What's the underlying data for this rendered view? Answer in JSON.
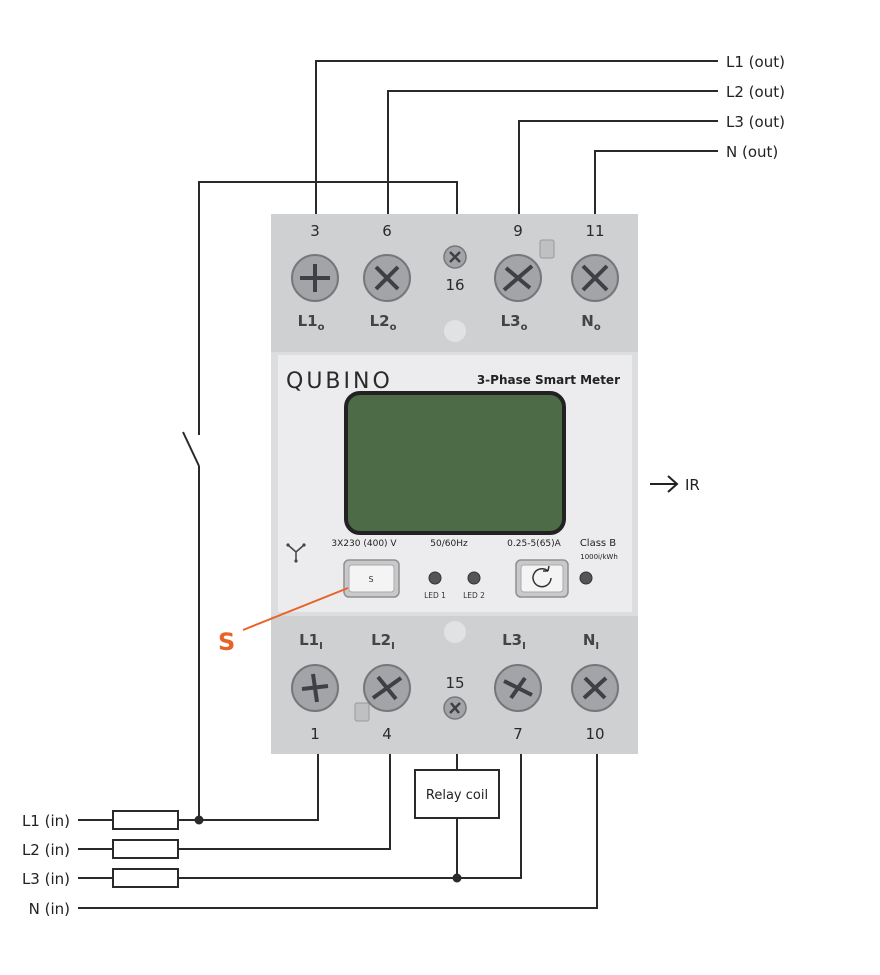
{
  "out_labels": [
    "L1 (out)",
    "L2 (out)",
    "L3 (out)",
    "N (out)"
  ],
  "in_labels": [
    "L1 (in)",
    "L2 (in)",
    "L3 (in)",
    "N (in)"
  ],
  "top_terminals": [
    {
      "num": "3",
      "label": "L1",
      "sub": "o"
    },
    {
      "num": "6",
      "label": "L2",
      "sub": "o"
    },
    {
      "num": "16"
    },
    {
      "num": "9",
      "label": "L3",
      "sub": "o"
    },
    {
      "num": "11",
      "label": "N",
      "sub": "o"
    }
  ],
  "bottom_terminals": [
    {
      "num": "1",
      "label": "L1",
      "sub": "I"
    },
    {
      "num": "4",
      "label": "L2",
      "sub": "I"
    },
    {
      "num": "15"
    },
    {
      "num": "7",
      "label": "L3",
      "sub": "I"
    },
    {
      "num": "10",
      "label": "N",
      "sub": "I"
    }
  ],
  "meter": {
    "brand": "QUBINO",
    "title": "3-Phase Smart Meter",
    "voltage": "3X230 (400) V",
    "frequency": "50/60Hz",
    "current": "0.25-5(65)A",
    "class": "Class B",
    "impulse": "1000i/kWh",
    "s_button": "S",
    "led1": "LED 1",
    "led2": "LED 2"
  },
  "relay_coil": "Relay coil",
  "ir_label": "IR",
  "s_callout": "S",
  "colors": {
    "housing": "#cfd0d2",
    "panel": "#ececee",
    "display": "#4d6b47",
    "accent": "#e8632a",
    "wire": "#2a2a2a"
  }
}
